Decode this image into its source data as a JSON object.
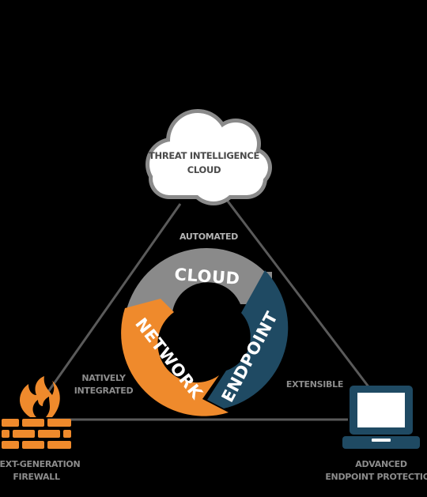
{
  "nodes": {
    "cloud": {
      "line1": "THREAT INTELLIGENCE",
      "line2": "CLOUD"
    },
    "firewall": {
      "line1": "NEXT-GENERATION",
      "line2": "FIREWALL"
    },
    "endpoint": {
      "line1": "ADVANCED",
      "line2": "ENDPOINT PROTECTION"
    }
  },
  "edges": {
    "top": "AUTOMATED",
    "left_line1": "NATIVELY",
    "left_line2": "INTEGRATED",
    "right": "EXTENSIBLE"
  },
  "ring": {
    "segments": [
      {
        "label": "CLOUD",
        "color": "#8a8a8a"
      },
      {
        "label": "ENDPOINT",
        "color": "#1f4a63"
      },
      {
        "label": "NETWORK",
        "color": "#ef8a2c"
      }
    ]
  },
  "colors": {
    "background": "#000000",
    "triangle": "#5a5a5a",
    "cloud_fill": "#ffffff",
    "cloud_outline": "#8a8a8a",
    "firewall": "#ef8a2c",
    "laptop": "#1f4a63"
  }
}
